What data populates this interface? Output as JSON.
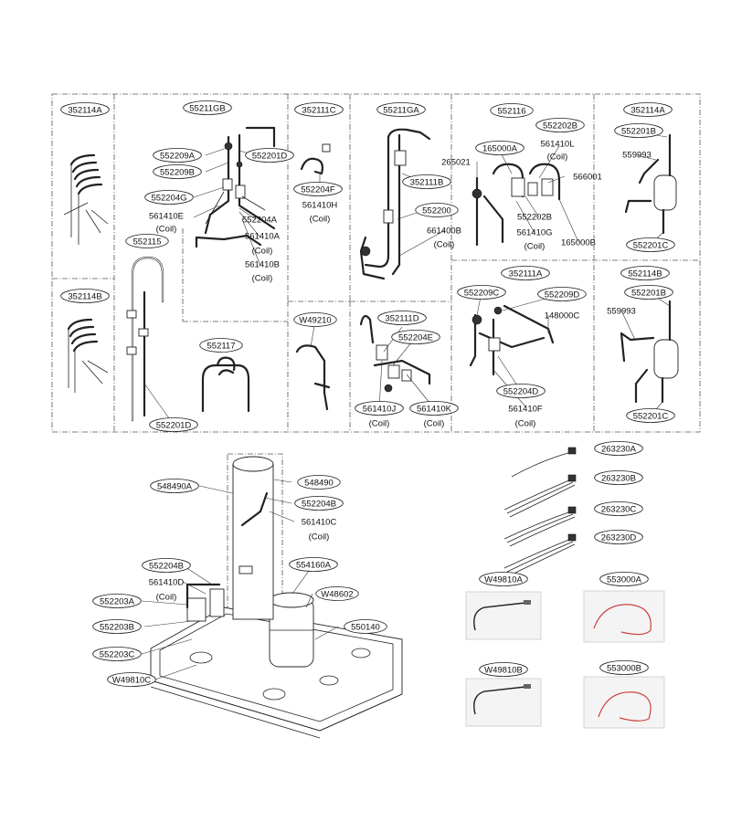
{
  "callouts": [
    {
      "id": "352114A",
      "text": "352114A"
    },
    {
      "id": "55211GB",
      "text": "55211GB"
    },
    {
      "id": "352111C",
      "text": "352111C"
    },
    {
      "id": "55211GA",
      "text": "55211GA"
    },
    {
      "id": "552116",
      "text": "552116"
    },
    {
      "id": "352114A_b",
      "text": "352114A"
    },
    {
      "id": "552202B_t",
      "text": "552202B"
    },
    {
      "id": "552201B_t",
      "text": "552201B"
    },
    {
      "id": "552209A",
      "text": "552209A"
    },
    {
      "id": "552201D_t",
      "text": "552201D"
    },
    {
      "id": "165000A",
      "text": "165000A"
    },
    {
      "id": "561410L",
      "text": "561410L"
    },
    {
      "id": "559993_t",
      "text": "559993"
    },
    {
      "id": "552209B",
      "text": "552209B"
    },
    {
      "id": "265021",
      "text": "265021"
    },
    {
      "id": "566001",
      "text": "566001"
    },
    {
      "id": "352111B",
      "text": "352111B"
    },
    {
      "id": "552204F",
      "text": "552204F"
    },
    {
      "id": "552204G",
      "text": "552204G"
    },
    {
      "id": "561410H",
      "text": "561410H"
    },
    {
      "id": "561410E",
      "text": "561410E"
    },
    {
      "id": "552204A",
      "text": "552204A"
    },
    {
      "id": "552200",
      "text": "552200"
    },
    {
      "id": "552202B_m",
      "text": "552202B"
    },
    {
      "id": "661400B",
      "text": "661400B"
    },
    {
      "id": "561410G",
      "text": "561410G"
    },
    {
      "id": "165000B",
      "text": "165000B"
    },
    {
      "id": "552201C_t",
      "text": "552201C"
    },
    {
      "id": "552115",
      "text": "552115"
    },
    {
      "id": "561410A",
      "text": "561410A"
    },
    {
      "id": "561410B",
      "text": "561410B"
    },
    {
      "id": "352111A",
      "text": "352111A"
    },
    {
      "id": "552114B",
      "text": "552114B"
    },
    {
      "id": "352114B",
      "text": "352114B"
    },
    {
      "id": "552209C",
      "text": "552209C"
    },
    {
      "id": "552209D",
      "text": "552209D"
    },
    {
      "id": "552201B_b",
      "text": "552201B"
    },
    {
      "id": "W49210",
      "text": "W49210"
    },
    {
      "id": "352111D",
      "text": "352111D"
    },
    {
      "id": "148000C",
      "text": "148000C"
    },
    {
      "id": "559993_b",
      "text": "559993"
    },
    {
      "id": "552204E",
      "text": "552204E"
    },
    {
      "id": "552117",
      "text": "552117"
    },
    {
      "id": "552204D",
      "text": "552204D"
    },
    {
      "id": "561410J",
      "text": "561410J"
    },
    {
      "id": "561410K",
      "text": "561410K"
    },
    {
      "id": "561410F",
      "text": "561410F"
    },
    {
      "id": "552201D_b",
      "text": "552201D"
    },
    {
      "id": "552201C_b",
      "text": "552201C"
    },
    {
      "id": "263230A",
      "text": "263230A"
    },
    {
      "id": "548490A",
      "text": "548490A"
    },
    {
      "id": "548490",
      "text": "548490"
    },
    {
      "id": "263230B",
      "text": "263230B"
    },
    {
      "id": "552204B",
      "text": "552204B"
    },
    {
      "id": "561410C",
      "text": "561410C"
    },
    {
      "id": "263230C",
      "text": "263230C"
    },
    {
      "id": "263230D",
      "text": "263230D"
    },
    {
      "id": "552204B_l",
      "text": "552204B"
    },
    {
      "id": "554160A",
      "text": "554160A"
    },
    {
      "id": "W49810A",
      "text": "W49810A"
    },
    {
      "id": "553000A",
      "text": "553000A"
    },
    {
      "id": "561410D",
      "text": "561410D"
    },
    {
      "id": "W48602",
      "text": "W48602"
    },
    {
      "id": "552203A",
      "text": "552203A"
    },
    {
      "id": "550140",
      "text": "550140"
    },
    {
      "id": "552203B",
      "text": "552203B"
    },
    {
      "id": "552203C",
      "text": "552203C"
    },
    {
      "id": "W49810C",
      "text": "W49810C"
    },
    {
      "id": "W49810B",
      "text": "W49810B"
    },
    {
      "id": "553000B",
      "text": "553000B"
    }
  ],
  "coil_text": "(Coil)"
}
